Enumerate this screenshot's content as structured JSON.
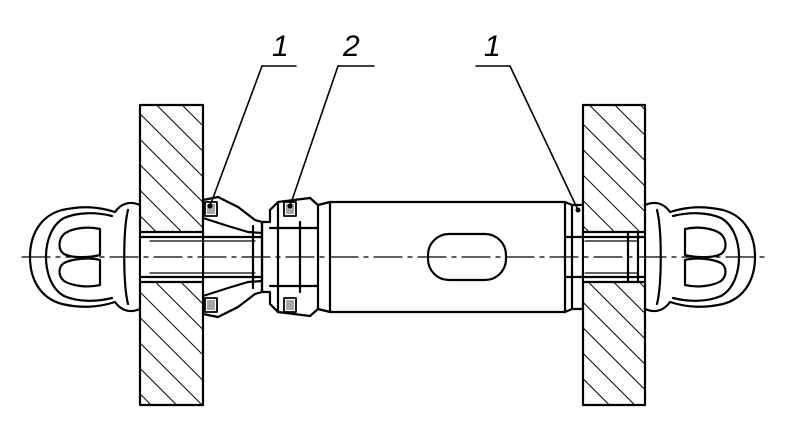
{
  "callouts": [
    {
      "id": "callout-1-left",
      "label": "1"
    },
    {
      "id": "callout-2",
      "label": "2"
    },
    {
      "id": "callout-1-right",
      "label": "1"
    }
  ],
  "colors": {
    "ink": "#000000",
    "background": "#ffffff"
  }
}
